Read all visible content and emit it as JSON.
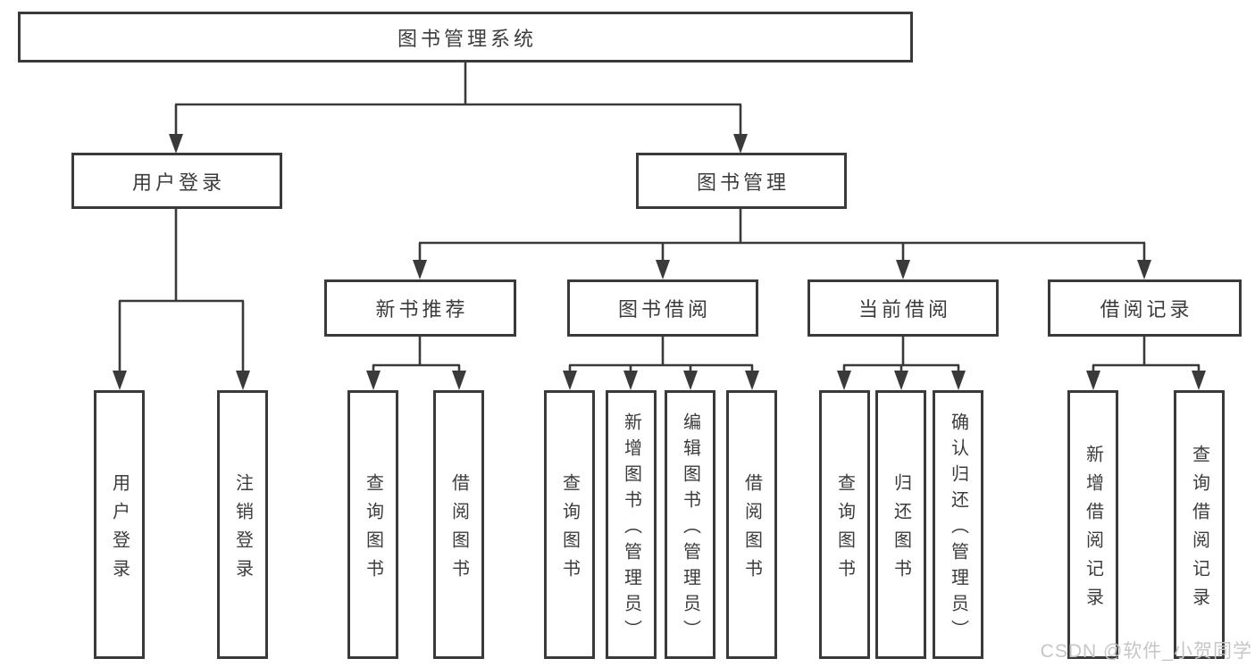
{
  "tree": {
    "root": {
      "label": "图书管理系统"
    },
    "level2": [
      {
        "label": "用户登录",
        "children": [
          {
            "label": "用户登录"
          },
          {
            "label": "注销登录"
          }
        ]
      },
      {
        "label": "图书管理",
        "children": [
          {
            "label": "新书推荐",
            "children": [
              {
                "label": "查询图书"
              },
              {
                "label": "借阅图书"
              }
            ]
          },
          {
            "label": "图书借阅",
            "children": [
              {
                "label": "查询图书"
              },
              {
                "label": "新增图书（管理员）"
              },
              {
                "label": "编辑图书（管理员）"
              },
              {
                "label": "借阅图书"
              }
            ]
          },
          {
            "label": "当前借阅",
            "children": [
              {
                "label": "查询图书"
              },
              {
                "label": "归还图书"
              },
              {
                "label": "确认归还（管理员）"
              }
            ]
          },
          {
            "label": "借阅记录",
            "children": [
              {
                "label": "新增借阅记录"
              },
              {
                "label": "查询借阅记录"
              }
            ]
          }
        ]
      }
    ]
  },
  "watermark": {
    "text": "CSDN @软件_小贺同学"
  },
  "colors": {
    "line": "#3a3a3a",
    "text": "#3c3c3c",
    "watermark": "#c6c6c6",
    "background": "#ffffff"
  }
}
